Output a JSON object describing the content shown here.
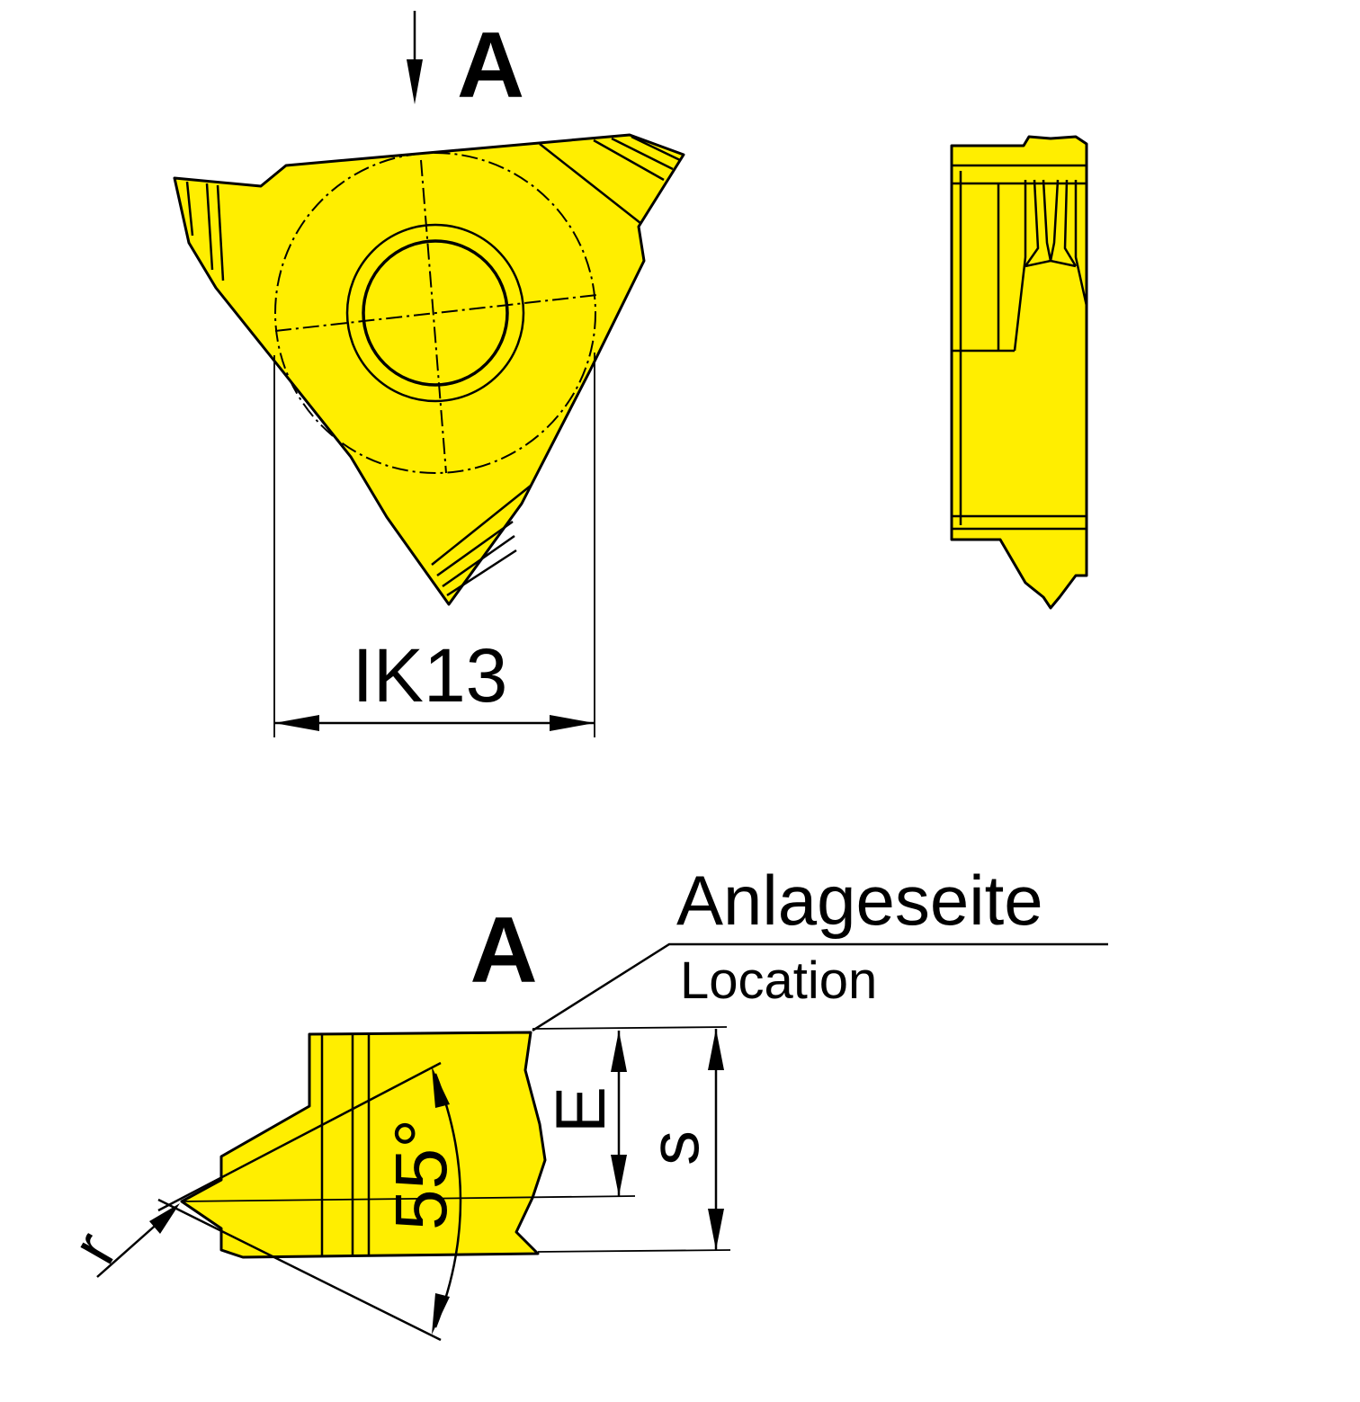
{
  "view_marker_top": "A",
  "view_marker_section": "A",
  "dimension_ik": "IK13",
  "location_de": "Anlageseite",
  "location_en": "Location",
  "dim_e": "E",
  "dim_s": "s",
  "dim_angle": "55°",
  "dim_radius": "r",
  "colors": {
    "insert_fill": "#FFEE00",
    "line": "#000000"
  }
}
